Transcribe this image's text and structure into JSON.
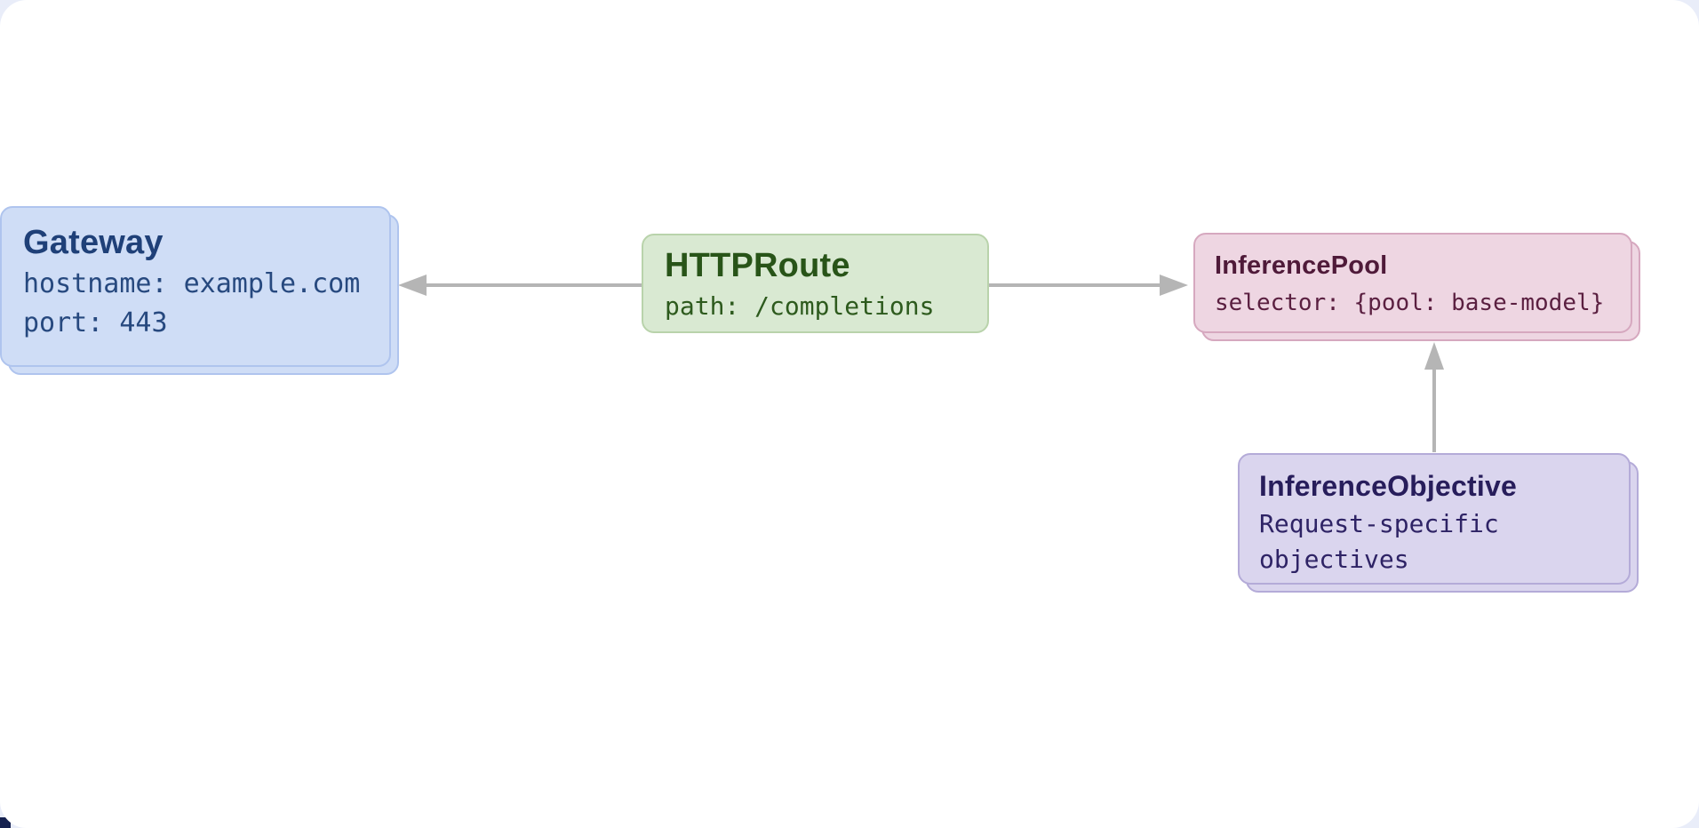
{
  "page": {
    "background_color": "#e9edf9",
    "card_color": "#ffffff",
    "corner_accent_color": "#15214f"
  },
  "diagram": {
    "type": "resource-relationship-diagram",
    "arrow_color": "#b5b5b5",
    "nodes": [
      {
        "id": "gateway",
        "title": "Gateway",
        "lines": [
          "hostname: example.com",
          "port: 443"
        ],
        "stacked": true,
        "fill": "#cfddf6",
        "border": "#afc4ee",
        "text_color": "#27497f"
      },
      {
        "id": "httproute",
        "title": "HTTPRoute",
        "lines": [
          "path: /completions"
        ],
        "stacked": false,
        "fill": "#d9e9d2",
        "border": "#b9d3ab",
        "text_color": "#2d5a1d"
      },
      {
        "id": "inference-pool",
        "title": "InferencePool",
        "lines": [
          "selector: {pool: base-model}"
        ],
        "stacked": true,
        "fill": "#eed6e2",
        "border": "#d6a8bf",
        "text_color": "#5a1f40"
      },
      {
        "id": "inference-objective",
        "title": "InferenceObjective",
        "lines": [
          "Request-specific",
          "objectives"
        ],
        "stacked": true,
        "fill": "#dad5ee",
        "border": "#b4abd8",
        "text_color": "#2e2365"
      }
    ],
    "edges": [
      {
        "from": "httproute",
        "to": "gateway",
        "direction": "left"
      },
      {
        "from": "httproute",
        "to": "inference-pool",
        "direction": "right"
      },
      {
        "from": "inference-objective",
        "to": "inference-pool",
        "direction": "up"
      }
    ]
  }
}
